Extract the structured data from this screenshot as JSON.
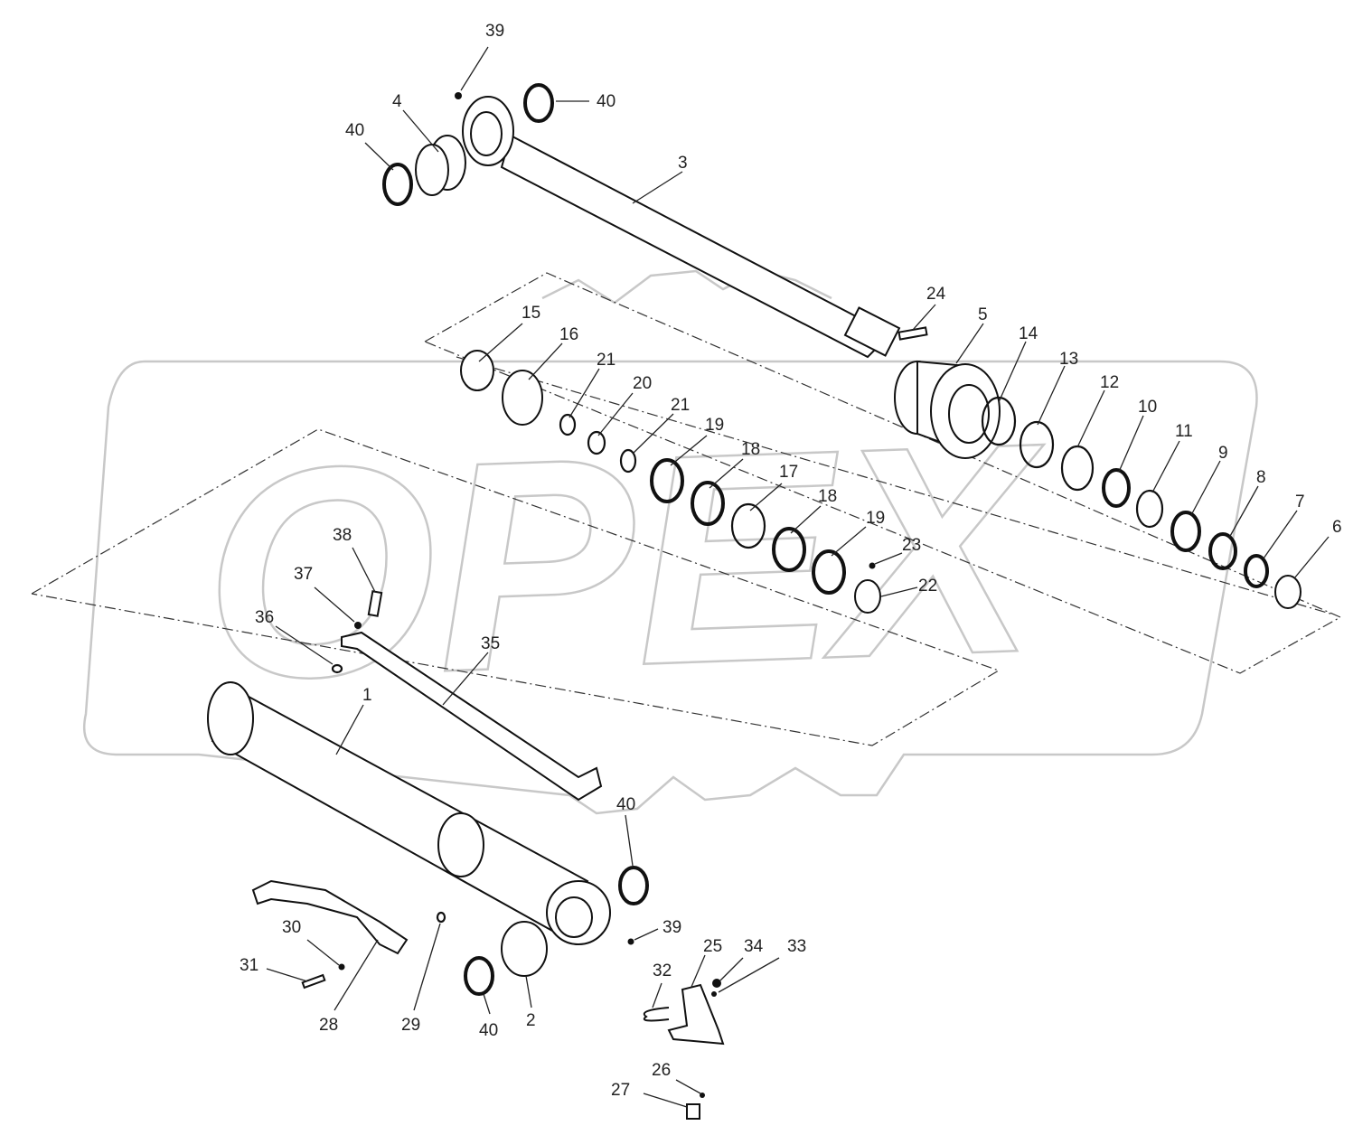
{
  "watermark": {
    "text": "OPEX"
  },
  "corner_mark": "",
  "callouts": [
    {
      "id": "c-39-top",
      "text": "39"
    },
    {
      "id": "c-40-top-right",
      "text": "40"
    },
    {
      "id": "c-4",
      "text": "4"
    },
    {
      "id": "c-40-top-left",
      "text": "40"
    },
    {
      "id": "c-3",
      "text": "3"
    },
    {
      "id": "c-24",
      "text": "24"
    },
    {
      "id": "c-5",
      "text": "5"
    },
    {
      "id": "c-14",
      "text": "14"
    },
    {
      "id": "c-13",
      "text": "13"
    },
    {
      "id": "c-12",
      "text": "12"
    },
    {
      "id": "c-10",
      "text": "10"
    },
    {
      "id": "c-11",
      "text": "11"
    },
    {
      "id": "c-9",
      "text": "9"
    },
    {
      "id": "c-8",
      "text": "8"
    },
    {
      "id": "c-7",
      "text": "7"
    },
    {
      "id": "c-6",
      "text": "6"
    },
    {
      "id": "c-15",
      "text": "15"
    },
    {
      "id": "c-16",
      "text": "16"
    },
    {
      "id": "c-21-a",
      "text": "21"
    },
    {
      "id": "c-20",
      "text": "20"
    },
    {
      "id": "c-21-b",
      "text": "21"
    },
    {
      "id": "c-19-a",
      "text": "19"
    },
    {
      "id": "c-18-a",
      "text": "18"
    },
    {
      "id": "c-17",
      "text": "17"
    },
    {
      "id": "c-18-b",
      "text": "18"
    },
    {
      "id": "c-19-b",
      "text": "19"
    },
    {
      "id": "c-23",
      "text": "23"
    },
    {
      "id": "c-22",
      "text": "22"
    },
    {
      "id": "c-38",
      "text": "38"
    },
    {
      "id": "c-37",
      "text": "37"
    },
    {
      "id": "c-36",
      "text": "36"
    },
    {
      "id": "c-35",
      "text": "35"
    },
    {
      "id": "c-1",
      "text": "1"
    },
    {
      "id": "c-40-mid",
      "text": "40"
    },
    {
      "id": "c-39-bottom",
      "text": "39"
    },
    {
      "id": "c-30",
      "text": "30"
    },
    {
      "id": "c-31",
      "text": "31"
    },
    {
      "id": "c-28",
      "text": "28"
    },
    {
      "id": "c-29",
      "text": "29"
    },
    {
      "id": "c-40-bottom",
      "text": "40"
    },
    {
      "id": "c-2",
      "text": "2"
    },
    {
      "id": "c-32",
      "text": "32"
    },
    {
      "id": "c-25",
      "text": "25"
    },
    {
      "id": "c-34",
      "text": "34"
    },
    {
      "id": "c-33",
      "text": "33"
    },
    {
      "id": "c-26",
      "text": "26"
    },
    {
      "id": "c-27",
      "text": "27"
    }
  ]
}
